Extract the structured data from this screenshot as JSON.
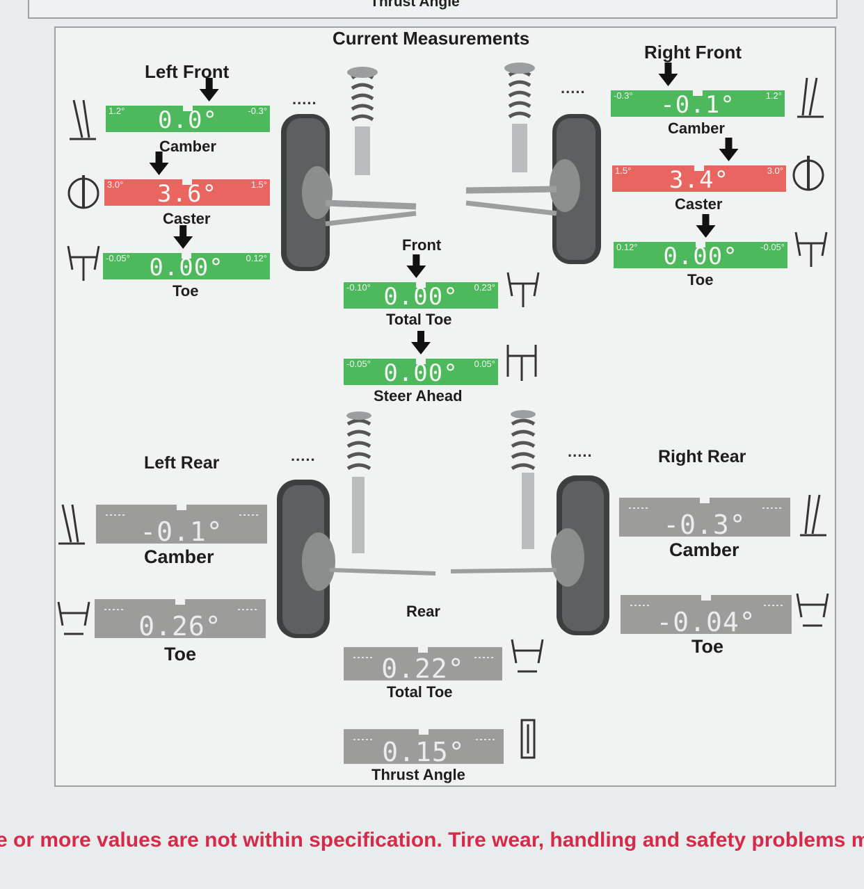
{
  "header_label": "Thrust Angle",
  "page_title": "Current Measurements",
  "colors": {
    "in_spec": "#4db85c",
    "out_of_spec": "#e86560",
    "rear_gray": "#9c9c9a"
  },
  "front": {
    "left_title": "Left Front",
    "right_title": "Right Front",
    "center_title": "Front",
    "left_camber": {
      "label": "Camber",
      "value": "0.0°",
      "min": "1.2°",
      "max": "-0.3°",
      "status": "in"
    },
    "left_caster": {
      "label": "Caster",
      "value": "3.6°",
      "min": "3.0°",
      "max": "1.5°",
      "status": "out"
    },
    "left_toe": {
      "label": "Toe",
      "value": "0.00°",
      "min": "-0.05°",
      "max": "0.12°",
      "status": "in"
    },
    "right_camber": {
      "label": "Camber",
      "value": "-0.1°",
      "min": "-0.3°",
      "max": "1.2°",
      "status": "in"
    },
    "right_caster": {
      "label": "Caster",
      "value": "3.4°",
      "min": "1.5°",
      "max": "3.0°",
      "status": "out"
    },
    "right_toe": {
      "label": "Toe",
      "value": "0.00°",
      "min": "0.12°",
      "max": "-0.05°",
      "status": "in"
    },
    "total_toe": {
      "label": "Total Toe",
      "value": "0.00°",
      "min": "-0.10°",
      "max": "0.23°",
      "status": "in"
    },
    "steer_ahead": {
      "label": "Steer Ahead",
      "value": "0.00°",
      "min": "-0.05°",
      "max": "0.05°",
      "status": "in"
    }
  },
  "rear": {
    "left_title": "Left Rear",
    "right_title": "Right Rear",
    "center_title": "Rear",
    "left_camber": {
      "label": "Camber",
      "value": "-0.1°"
    },
    "left_toe": {
      "label": "Toe",
      "value": "0.26°"
    },
    "right_camber": {
      "label": "Camber",
      "value": "-0.3°"
    },
    "right_toe": {
      "label": "Toe",
      "value": "-0.04°"
    },
    "total_toe": {
      "label": "Total Toe",
      "value": "0.22°"
    },
    "thrust_angle": {
      "label": "Thrust Angle",
      "value": "0.15°"
    }
  },
  "dots": ".....",
  "warning_text": "e or more values are not within specification.  Tire wear, handling and safety problems m"
}
